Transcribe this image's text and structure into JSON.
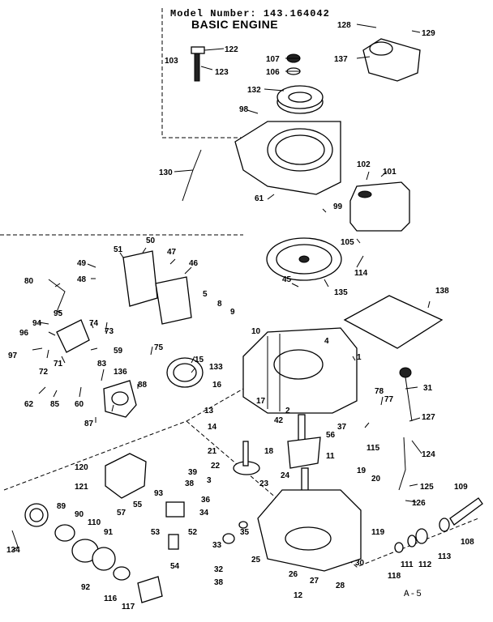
{
  "header": {
    "model_line": "Model Number: 143.164042",
    "title": "BASIC ENGINE"
  },
  "page_code": "A-5",
  "callouts": [
    "122",
    "103",
    "123",
    "107",
    "106",
    "128",
    "129",
    "137",
    "132",
    "98",
    "130",
    "61",
    "99",
    "102",
    "101",
    "105",
    "114",
    "50",
    "51",
    "49",
    "48",
    "47",
    "46",
    "80",
    "95",
    "94",
    "74",
    "73",
    "96",
    "97",
    "72",
    "71",
    "59",
    "75",
    "15",
    "62",
    "85",
    "60",
    "83",
    "136",
    "88",
    "87",
    "45",
    "135",
    "138",
    "5",
    "8",
    "9",
    "10",
    "133",
    "4",
    "1",
    "31",
    "127",
    "124",
    "78",
    "77",
    "37",
    "56",
    "115",
    "16",
    "14",
    "17",
    "42",
    "2",
    "18",
    "21",
    "22",
    "11",
    "3",
    "23",
    "120",
    "121",
    "39",
    "93",
    "38",
    "55",
    "57",
    "53",
    "52",
    "89",
    "90",
    "110",
    "91",
    "134",
    "36",
    "33",
    "35",
    "54",
    "32",
    "38",
    "24",
    "19",
    "20",
    "126",
    "125",
    "109",
    "108",
    "113",
    "112",
    "111",
    "118",
    "119",
    "25",
    "26",
    "27",
    "28",
    "30",
    "12",
    "92",
    "116",
    "117",
    "34",
    "13"
  ]
}
